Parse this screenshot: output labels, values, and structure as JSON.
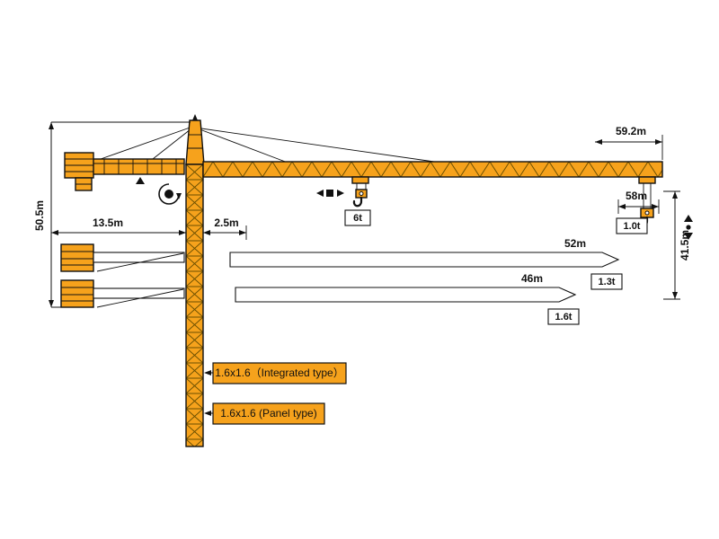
{
  "diagram": {
    "type": "tower-crane-specification-diagram",
    "colors": {
      "crane": "#F6A21C",
      "outline": "#111111",
      "background": "#FFFFFF"
    },
    "dimensions": {
      "jib_length_total": "59.2m",
      "tower_height": "50.5m",
      "counter_jib_length": "13.5m",
      "slew_offset": "2.5m",
      "tip_radius": "58m",
      "hook_travel": "41.5m"
    },
    "capacities": {
      "max": "6t",
      "tip_59m": "1.0t",
      "tip_52m": "1.3t",
      "tip_46m": "1.6t"
    },
    "jib_options": {
      "option_1": "52m",
      "option_2": "46m"
    },
    "mast_sections": {
      "integrated": "1.6x1.6（Integrated type）",
      "panel": "1.6x1.6 (Panel type)"
    }
  }
}
